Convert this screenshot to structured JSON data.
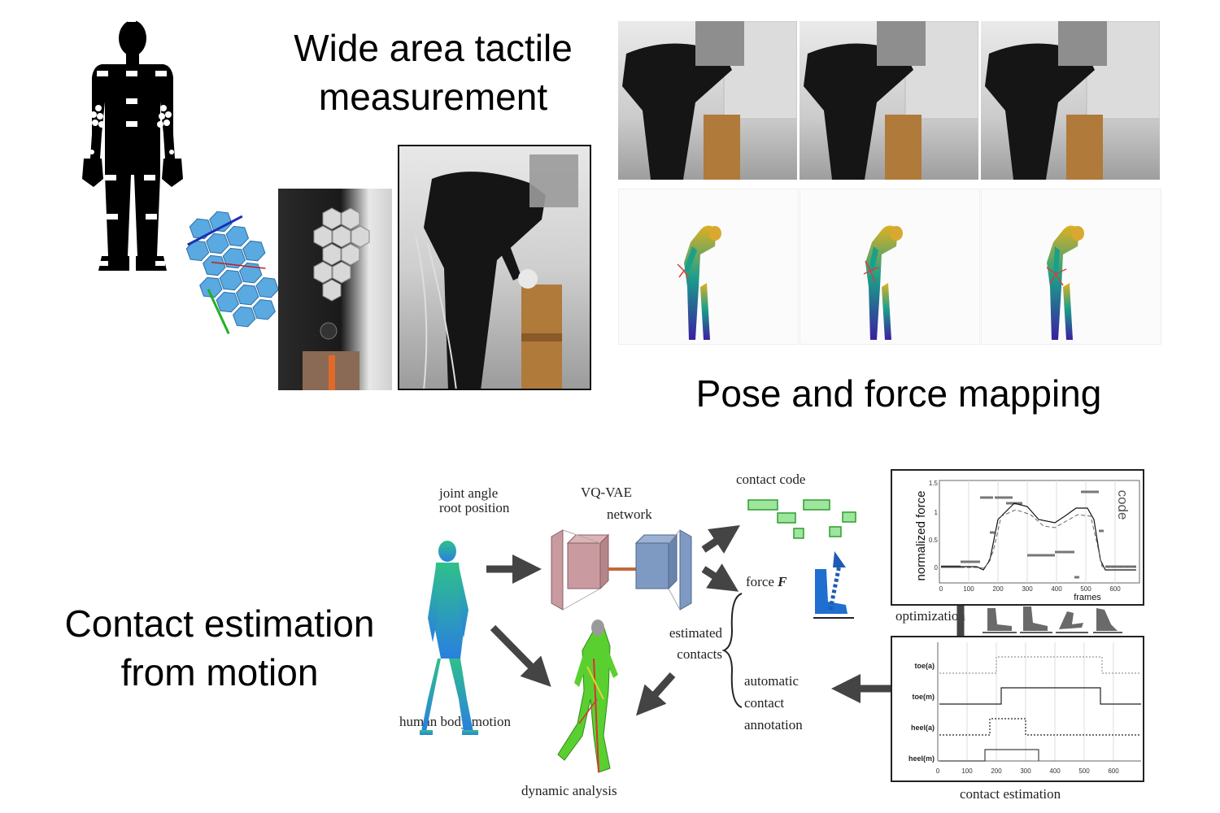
{
  "titles": {
    "tactile_line1": "Wide area tactile",
    "tactile_line2": "measurement",
    "pose": "Pose and force mapping",
    "contact_line1": "Contact estimation",
    "contact_line2": "from motion"
  },
  "pipeline": {
    "input_line1": "joint angle",
    "input_line2": "root position",
    "vqvae_line1": "VQ-VAE",
    "vqvae_line2": "network",
    "contact_code": "contact code",
    "force_label": "force ",
    "force_symbol": "F",
    "estimated_line1": "estimated",
    "estimated_line2": "contacts",
    "auto_line1": "automatic",
    "auto_line2": "contact",
    "auto_line3": "annotation",
    "human_motion": "human body motion",
    "dynamic_analysis": "dynamic analysis",
    "optimization": "optimization",
    "contact_estimation": "contact estimation"
  },
  "force_chart": {
    "ylabel": "normalized force",
    "xlabel": "frames",
    "code_label": "code",
    "yticks": [
      "0",
      "0.5",
      "1",
      "1.5"
    ],
    "xticks": [
      "0",
      "100",
      "200",
      "300",
      "400",
      "500",
      "600"
    ]
  },
  "contact_chart": {
    "rows": [
      "toe(a)",
      "toe(m)",
      "heel(a)",
      "heel(m)"
    ],
    "xticks": [
      "0",
      "100",
      "200",
      "300",
      "400",
      "500",
      "600"
    ]
  },
  "colors": {
    "arrow": "#444444",
    "code_green": "#9ee59e",
    "code_border": "#2e9e2e",
    "force_blue": "#1f6fd0",
    "vae_pink": "#c99a9f",
    "vae_blue": "#7f9ac2"
  }
}
